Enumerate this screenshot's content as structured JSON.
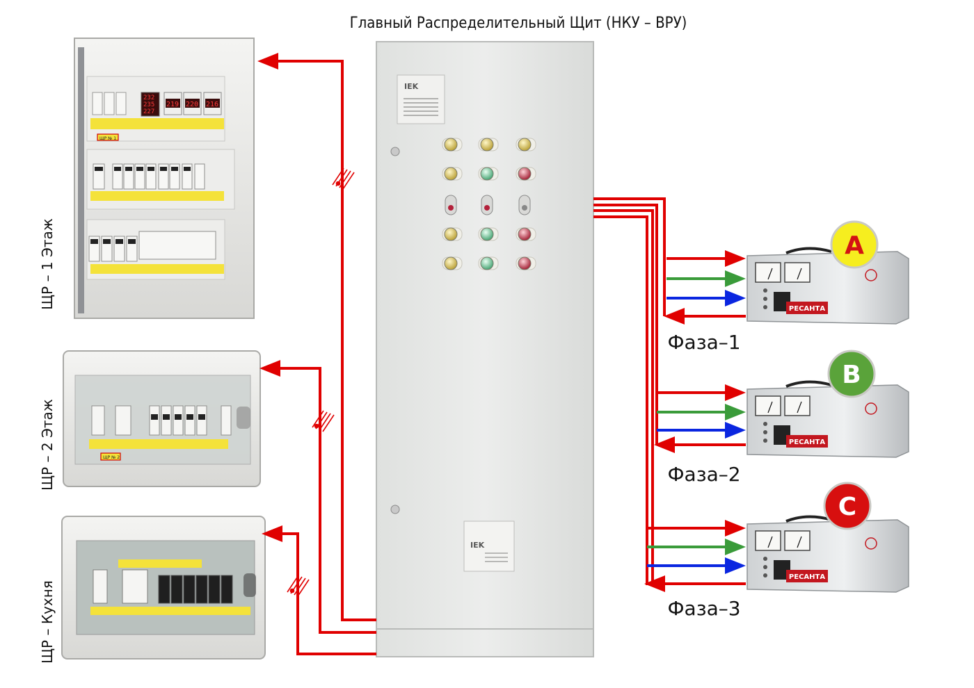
{
  "title": "Главный Распределительный Щит (НКУ – ВРУ)",
  "colors": {
    "power_line": "#e00000",
    "green_line": "#3a9b3a",
    "blue_line": "#0a26e0",
    "phase_a": "#f6ee1f",
    "phase_b": "#5aa33a",
    "phase_c": "#d70f0f",
    "cabinet": "#e6e8e6"
  },
  "panels": [
    {
      "label": "ЩР – 1 Этаж",
      "tag": "ЩР № 1",
      "meters": [
        "232",
        "235",
        "227",
        "219",
        "220",
        "216"
      ]
    },
    {
      "label": "ЩР – 2 Этаж",
      "tag": "ЩР № 2"
    },
    {
      "label": "ЩР – Кухня"
    }
  ],
  "main_cabinet": {
    "brand": "IEK",
    "indicator_rows": 5,
    "indicator_cols": 3
  },
  "stabilizers": [
    {
      "badge": "A",
      "phase": "Фаза–1",
      "brand": "РЕСАНТА",
      "color_key": "phase_a"
    },
    {
      "badge": "B",
      "phase": "Фаза–2",
      "brand": "РЕСАНТА",
      "color_key": "phase_b"
    },
    {
      "badge": "C",
      "phase": "Фаза–3",
      "brand": "РЕСАНТА",
      "color_key": "phase_c"
    }
  ]
}
